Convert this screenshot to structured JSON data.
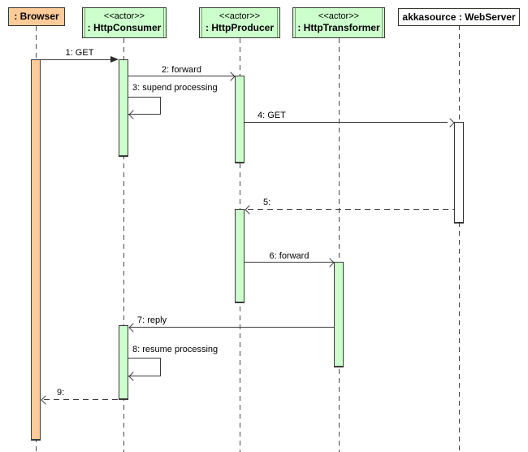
{
  "lifelines": [
    {
      "name": ": Browser",
      "stereotype": ""
    },
    {
      "name": ": HttpConsumer",
      "stereotype": "<<actor>>"
    },
    {
      "name": ": HttpProducer",
      "stereotype": "<<actor>>"
    },
    {
      "name": ": HttpTransformer",
      "stereotype": "<<actor>>"
    },
    {
      "name": "akkasource : WebServer",
      "stereotype": ""
    }
  ],
  "messages": [
    {
      "label": "1: GET",
      "from": ": Browser",
      "to": ": HttpConsumer",
      "line": "solid",
      "arrow": "filled"
    },
    {
      "label": "2: forward",
      "from": ": HttpConsumer",
      "to": ": HttpProducer",
      "line": "solid",
      "arrow": "open"
    },
    {
      "label": "3: supend processing",
      "from": ": HttpConsumer",
      "to": ": HttpConsumer",
      "line": "solid",
      "arrow": "open",
      "self": true
    },
    {
      "label": "4: GET",
      "from": ": HttpProducer",
      "to": "akkasource : WebServer",
      "line": "solid",
      "arrow": "open"
    },
    {
      "label": "5:",
      "from": "akkasource : WebServer",
      "to": ": HttpProducer",
      "line": "dashed",
      "arrow": "open"
    },
    {
      "label": "6: forward",
      "from": ": HttpProducer",
      "to": ": HttpTransformer",
      "line": "solid",
      "arrow": "open"
    },
    {
      "label": "7: reply",
      "from": ": HttpTransformer",
      "to": ": HttpConsumer",
      "line": "solid",
      "arrow": "open"
    },
    {
      "label": "8: resume processing",
      "from": ": HttpConsumer",
      "to": ": HttpConsumer",
      "line": "solid",
      "arrow": "open",
      "self": true
    },
    {
      "label": "9:",
      "from": ": HttpConsumer",
      "to": ": Browser",
      "line": "dashed",
      "arrow": "open"
    }
  ],
  "colors": {
    "actor_fill": "#ccffcc",
    "browser_fill": "#ffcc99",
    "webserver_fill": "#ffffff",
    "border": "#38382e",
    "message_line": "#3a3a3a"
  }
}
